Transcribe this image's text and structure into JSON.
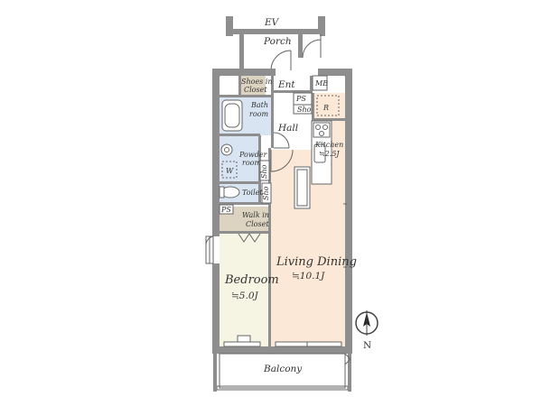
{
  "floorplan": {
    "rooms": {
      "ev": "EV",
      "porch": "Porch",
      "ent": "Ent",
      "mb": "MB",
      "shoes_closet": [
        "Shoes in",
        "Closet"
      ],
      "bathroom": [
        "Bath",
        "room"
      ],
      "hall": "Hall",
      "ps_top": "PS",
      "shoes_small": "Sho",
      "refrigerator": "R",
      "kitchen": "Kitchen",
      "kitchen_size": "≒2.5J",
      "powder_room": [
        "Powder",
        "room"
      ],
      "washer": "W",
      "sho_left": "Sho",
      "sho_right": "Sho",
      "toilet": "Toilet",
      "ps_bottom": "PS",
      "walkin_closet": [
        "Walk in",
        "Closet"
      ],
      "living_dining": "Living Dining",
      "living_size": "≒10.1J",
      "bedroom": "Bedroom",
      "bedroom_size": "≒5.0J",
      "balcony": "Balcony"
    },
    "compass": {
      "label": "N",
      "icon": "compass-icon"
    },
    "colors": {
      "wall": "#8e8e8e",
      "living_floor": "#fbe8d6",
      "bedroom_floor": "#f6f4e3",
      "closet_floor": "#dcd4c1",
      "bath_floor": "#d8e4f2",
      "hall_floor": "#ffffff"
    }
  }
}
